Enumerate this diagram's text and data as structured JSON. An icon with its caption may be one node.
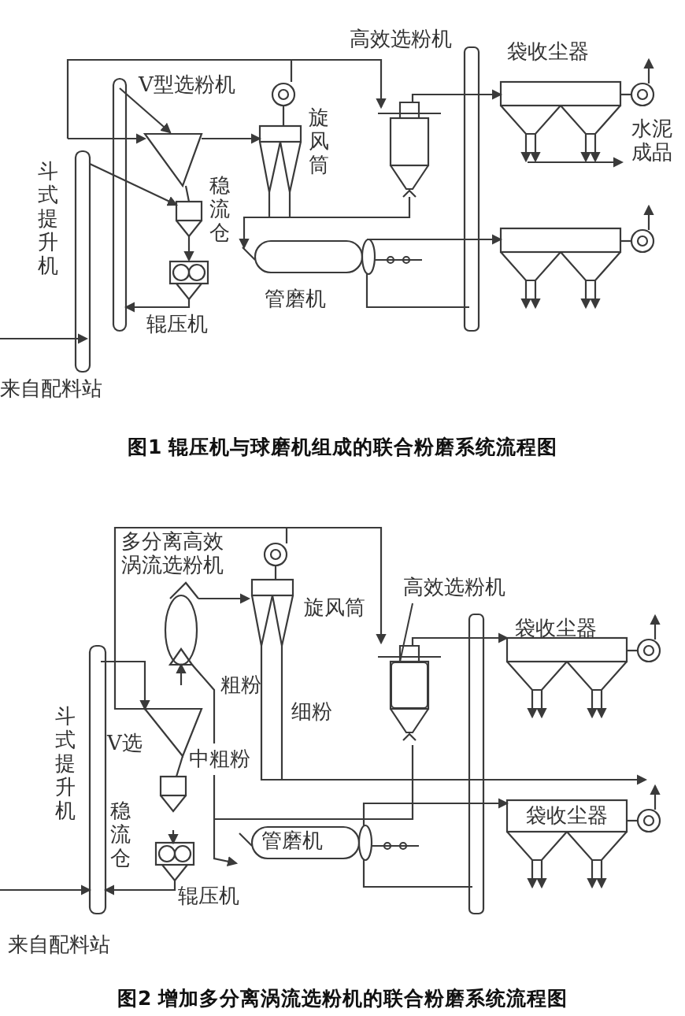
{
  "diagram": {
    "nodes": [
      {
        "text": [
          "高效选粉机"
        ]
      },
      {
        "text": [],
        "shape": "cylinder"
      }
    ],
    "edges": [
      {
        "from": 0,
        "to": 1,
        "arrow": "none"
      }
    ],
    "labels": [
      "V型选粉机",
      "高效选粉机",
      "袋收尘器",
      "旋风筒",
      "水泥成品",
      "斗式提升机",
      "稳流仓",
      "管磨机",
      "辊压机",
      "来自配料站",
      "图1 辊压机与球磨机组成的联合粉磨系统流程图",
      "多分离高效涡流选粉机",
      "旋风筒",
      "袋收尘器",
      "粗粉",
      "细粉",
      "斗式提升机",
      "V选",
      "中粗粉",
      "稳流仓",
      "袋收尘器",
      "管磨机",
      "辊压机",
      "来自配料站",
      "图2 增加多分离涡流选粉机的联合粉磨系统流程图"
    ]
  }
}
